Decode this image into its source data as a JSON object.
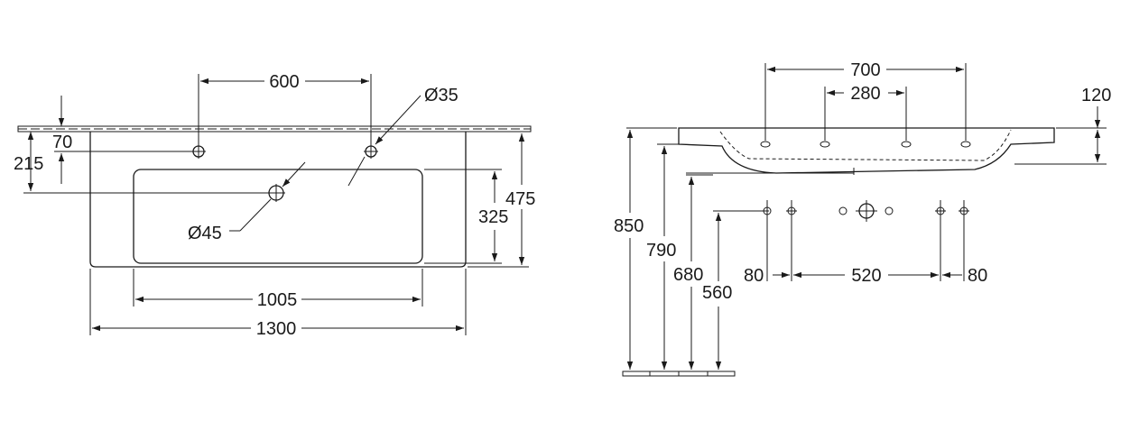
{
  "top_view": {
    "dims": {
      "hole_spacing": "600",
      "tap_hole": "Ø35",
      "back_offset": "70",
      "tap_depth": "215",
      "drain": "Ø45",
      "basin_depth": "325",
      "overall_depth": "475",
      "basin_width": "1005",
      "overall_width": "1300"
    }
  },
  "side_view": {
    "dims": {
      "bracket_outer": "700",
      "bracket_inner": "280",
      "rim_thickness": "120",
      "height_850": "850",
      "height_790": "790",
      "height_680": "680",
      "height_560": "560",
      "left_80": "80",
      "mid_520": "520",
      "right_80": "80"
    }
  }
}
